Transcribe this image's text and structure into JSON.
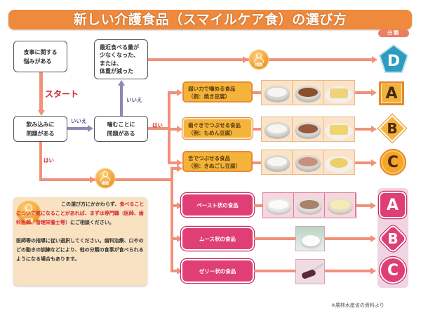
{
  "title": "新しい介護食品（スマイルケア食）の選び方",
  "category_header": "分類",
  "flow": {
    "start_label": "スタート",
    "q1": "食事に関する\n悩みがある",
    "q2": "飲み込みに\n問題がある",
    "q3": "噛むことに\n問題がある",
    "q4": "最近食べる量が\n少なくなった、\nまたは、\n体重が減った",
    "yes": "はい",
    "no": "いいえ",
    "consult_label": "相談"
  },
  "chewing_foods": [
    {
      "name": "弱い力で噛める食品",
      "example": "（例：焼き豆腐）",
      "category": "A",
      "shape": "square",
      "photos": [
        "rice-porridge",
        "stewed-meat",
        "grilled-tofu"
      ]
    },
    {
      "name": "歯ぐきでつぶせる食品",
      "example": "（例：もめん豆腐）",
      "category": "B",
      "shape": "diamond",
      "photos": [
        "rice-porridge",
        "stewed-meat",
        "firm-tofu"
      ]
    },
    {
      "name": "舌でつぶせる食品",
      "example": "（例：きぬごし豆腐）",
      "category": "C",
      "shape": "circle",
      "photos": [
        "rice-porridge",
        "minced-meat",
        "silken-tofu"
      ]
    }
  ],
  "swallowing_foods": [
    {
      "name": "ペースト状の食品",
      "category": "A",
      "shape": "square",
      "photos": [
        "paste-white",
        "paste-brown",
        "paste-yellow"
      ]
    },
    {
      "name": "ムース状の食品",
      "category": "B",
      "shape": "diamond",
      "photos": [
        "mousse"
      ]
    },
    {
      "name": "ゼリー状の食品",
      "category": "C",
      "shape": "circle",
      "photos": [
        "jelly"
      ]
    }
  ],
  "nutrition_category": {
    "category": "D",
    "shape": "pentagon"
  },
  "note": {
    "line1_plain": "この選び方にかかわらず、",
    "line1_highlight": "食べることについて気になることがあれば、まずは専門職（医師、歯科医師、管理栄養士等）",
    "line1_tail": "にご相談ください。",
    "line2": "医師等の指導に従い選択してください。歯科治療、口やのどの動きの訓練などにより、他の分類の食事が食べられるようになる場合もあります。"
  },
  "source": "※農林水産省の資料より",
  "colors": {
    "title_bg": "#ef8a3d",
    "yes_arrow": "#f0917a",
    "no_arrow": "#8d88b5",
    "chewing": "#f4b43a",
    "swallowing": "#df3f74",
    "nutrition": "#2e9cc0",
    "highlight_text": "#d8262b"
  }
}
